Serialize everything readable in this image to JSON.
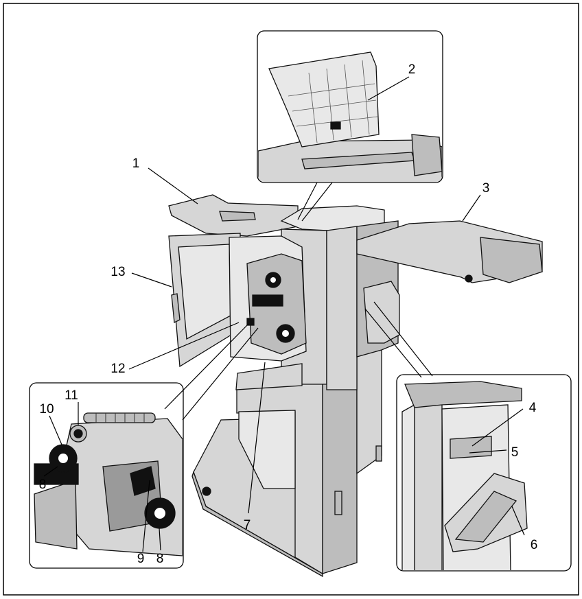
{
  "callouts": {
    "c1": "1",
    "c2": "2",
    "c3": "3",
    "c4": "4",
    "c5": "5",
    "c6": "6",
    "c7": "7",
    "c8a": "8",
    "c8b": "8",
    "c9": "9",
    "c10": "10",
    "c11": "11",
    "c12": "12",
    "c13": "13"
  },
  "colors": {
    "outline": "#111111",
    "body_grey": "#bdbdbd",
    "panel_grey": "#d6d6d6",
    "shadow_grey": "#9a9a9a",
    "background": "#ffffff"
  }
}
